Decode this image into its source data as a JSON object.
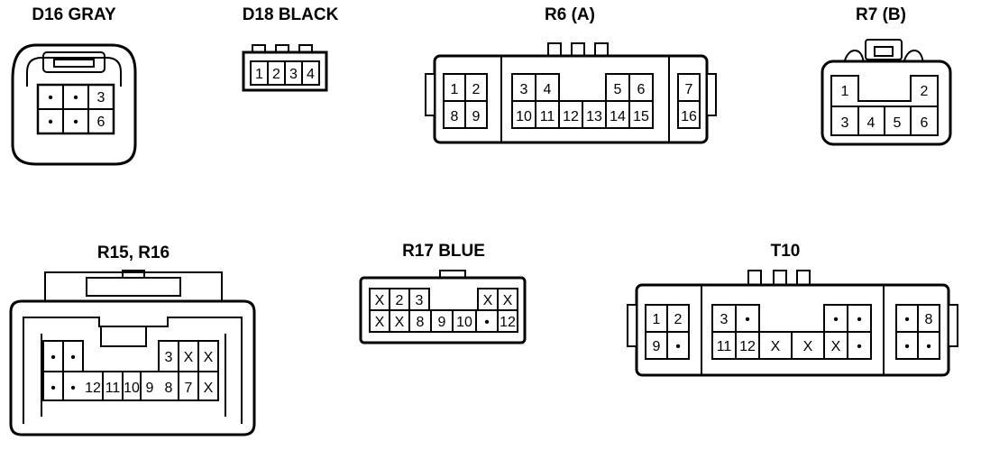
{
  "connectors": {
    "d16": {
      "label": "D16  GRAY",
      "pins": [
        "•",
        "•",
        "3",
        "•",
        "•",
        "6"
      ]
    },
    "d18": {
      "label": "D18  BLACK",
      "pins": [
        "1",
        "2",
        "3",
        "4"
      ]
    },
    "r6": {
      "label": "R6 (A)",
      "left": [
        "1",
        "2",
        "8",
        "9"
      ],
      "mid_top": [
        "3",
        "4",
        "5",
        "6"
      ],
      "mid_bottom": [
        "10",
        "11",
        "12",
        "13",
        "14",
        "15"
      ],
      "right": [
        "7",
        "16"
      ]
    },
    "r7": {
      "label": "R7 (B)",
      "top": [
        "1",
        "2"
      ],
      "bottom": [
        "3",
        "4",
        "5",
        "6"
      ]
    },
    "r15": {
      "label": "R15, R16",
      "top": [
        "•",
        "•",
        "3",
        "X",
        "X"
      ],
      "bottom": [
        "•",
        "•",
        "12",
        "11",
        "10",
        "9",
        "8",
        "7",
        "X"
      ]
    },
    "r17": {
      "label": "R17  BLUE",
      "top": [
        "X",
        "2",
        "3",
        "X",
        "X"
      ],
      "bottom": [
        "X",
        "X",
        "8",
        "9",
        "10",
        "•",
        "12"
      ]
    },
    "t10": {
      "label": "T10",
      "left": [
        "1",
        "2",
        "9",
        "•"
      ],
      "mid_top": [
        "3",
        "•",
        "•",
        "•"
      ],
      "mid_bottom": [
        "11",
        "12",
        "X",
        "X",
        "X",
        "•"
      ],
      "right": [
        "•",
        "8",
        "•",
        "•"
      ]
    }
  }
}
